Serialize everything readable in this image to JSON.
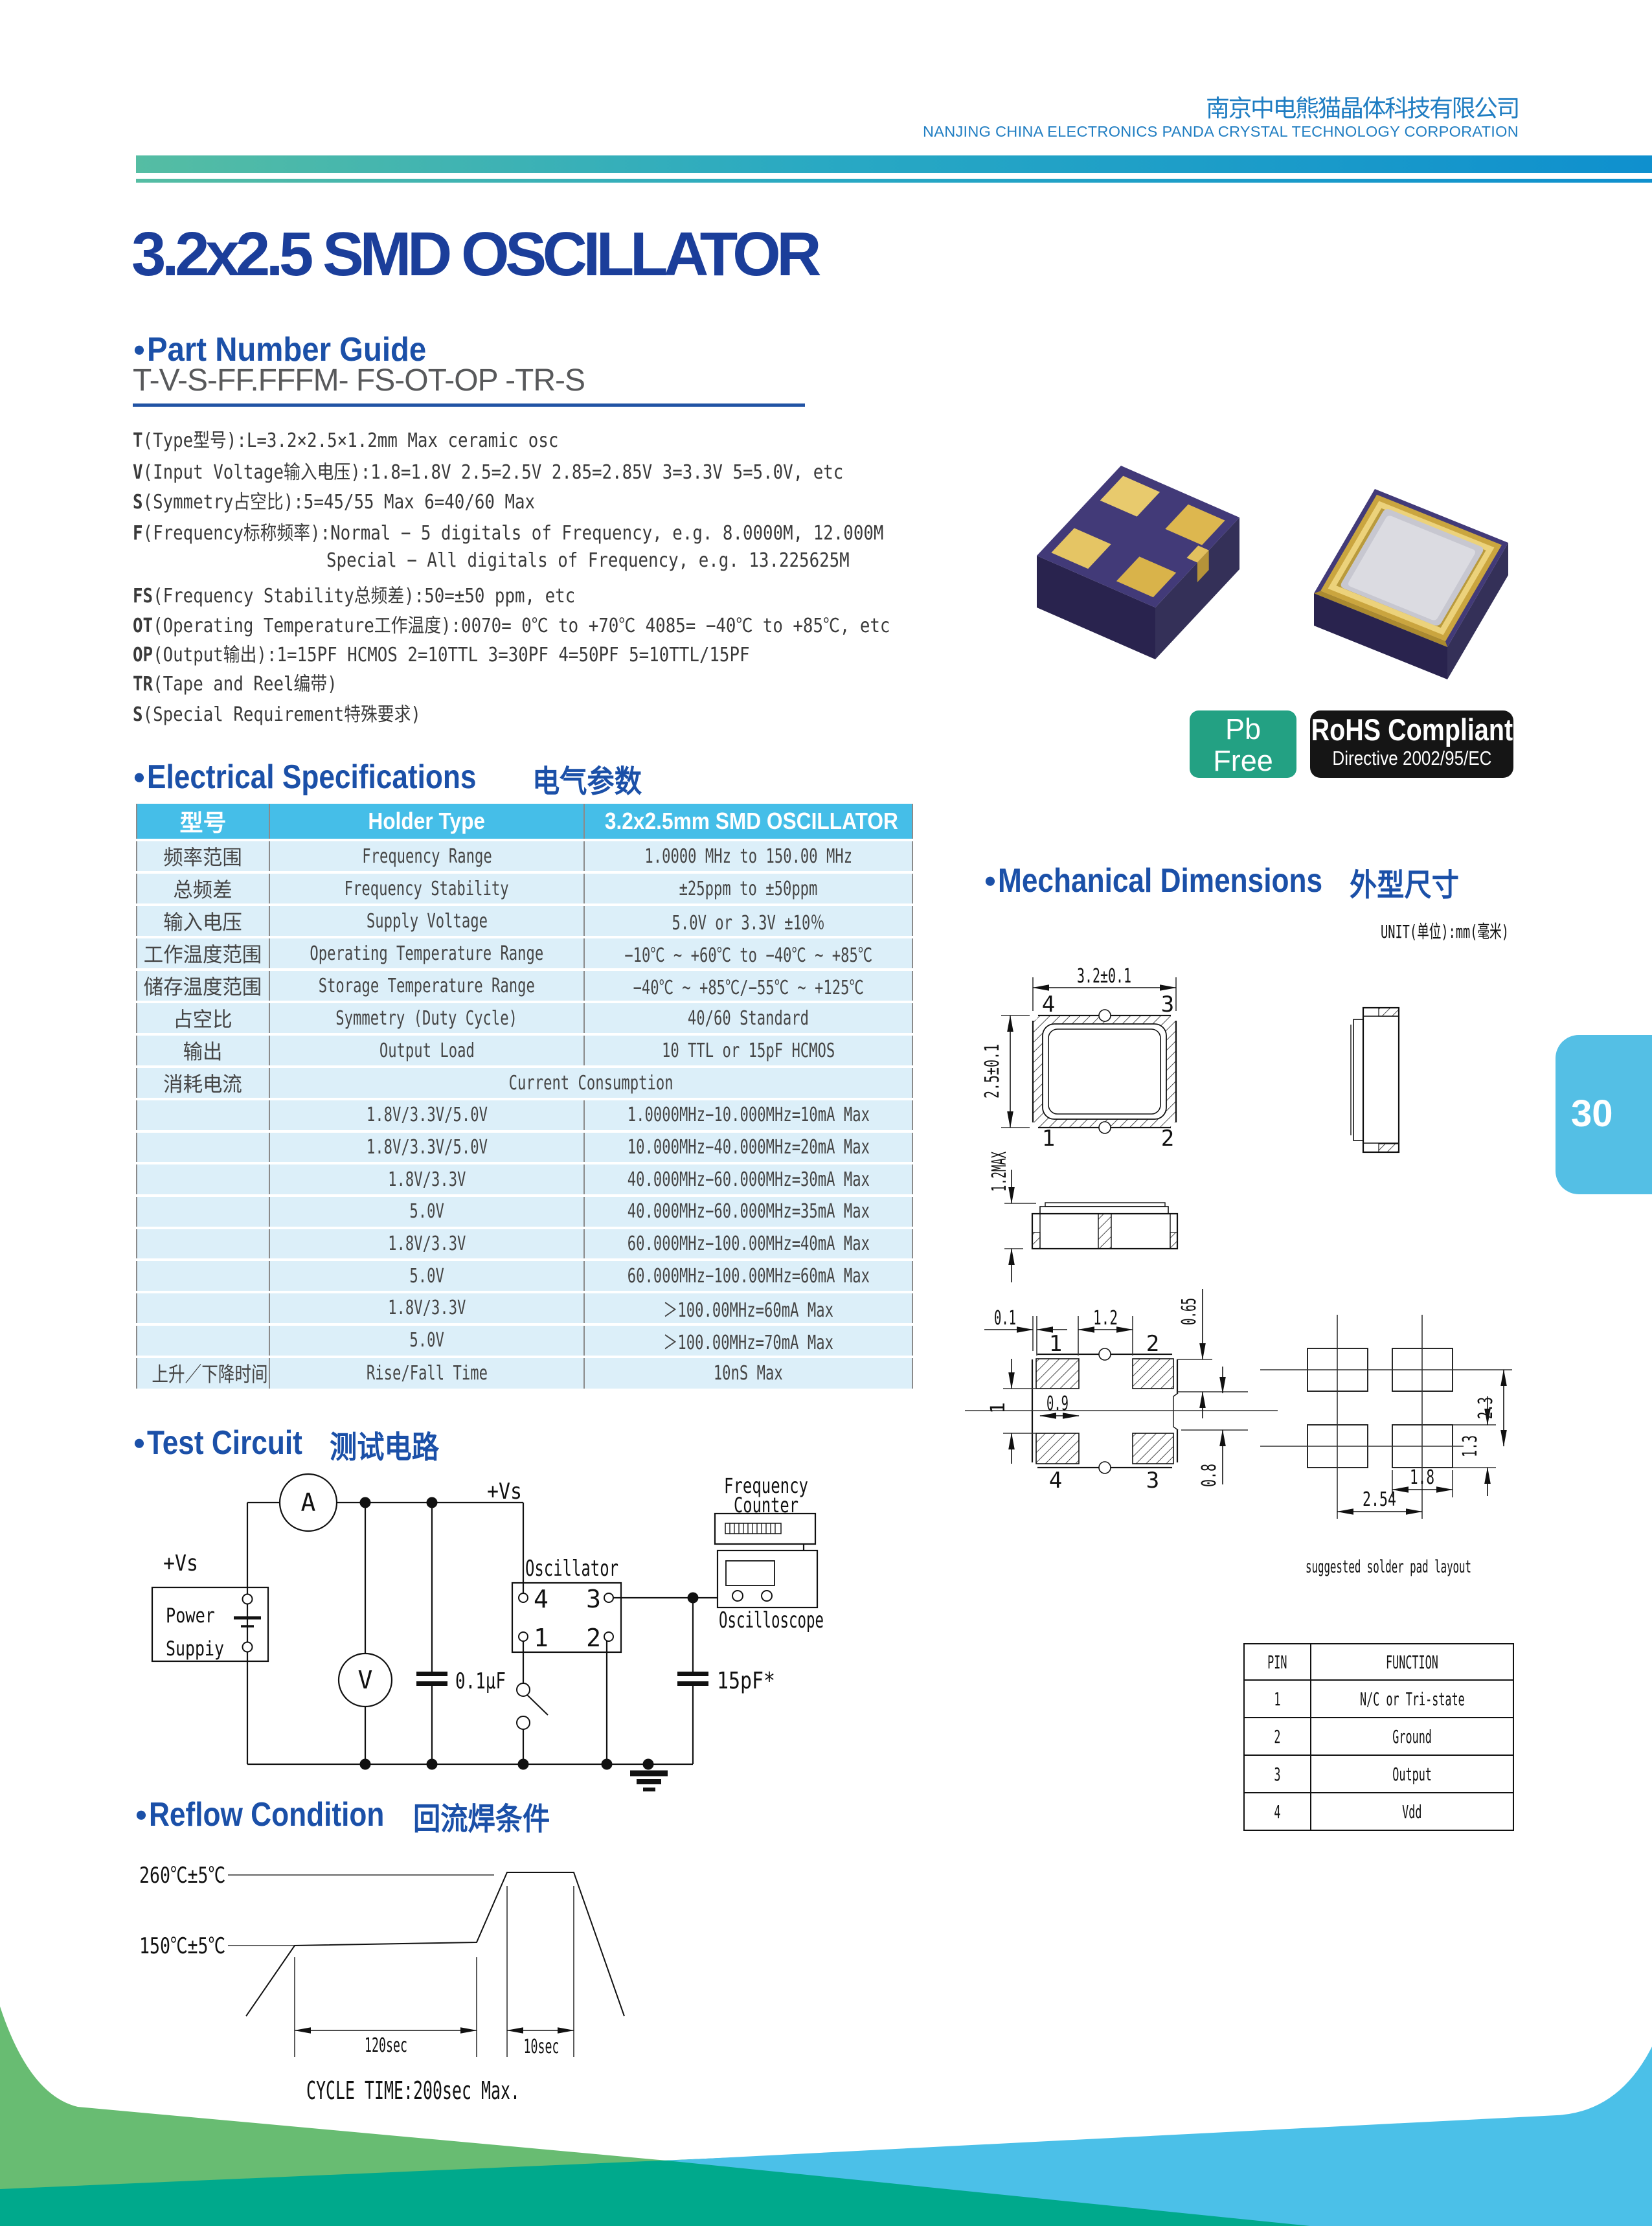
{
  "header": {
    "company_zh": "南京中电熊猫晶体科技有限公司",
    "company_en": "NANJING CHINA ELECTRONICS PANDA CRYSTAL TECHNOLOGY CORPORATION"
  },
  "title": "3.2x2.5 SMD OSCILLATOR",
  "part_number_guide": {
    "heading": "Part Number Guide",
    "code": "T-V-S-FF.FFFM- FS-OT-OP -TR-S",
    "lines": [
      {
        "key": "T",
        "text": "(Type型号):L=3.2×2.5×1.2mm Max ceramic osc"
      },
      {
        "key": "V",
        "text": "(Input Voltage输入电压):1.8=1.8V 2.5=2.5V 2.85=2.85V 3=3.3V 5=5.0V, etc"
      },
      {
        "key": "S",
        "text": "(Symmetry占空比):5=45/55 Max 6=40/60 Max"
      },
      {
        "key": "F",
        "text": "(Frequency标称频率):Normal − 5 digitals of Frequency, e.g. 8.0000M, 12.000M"
      },
      {
        "key": "",
        "text": "Special − All digitals of Frequency, e.g. 13.225625M"
      },
      {
        "key": "FS",
        "text": "(Frequency Stability总频差):50=±50 ppm, etc"
      },
      {
        "key": "OT",
        "text": "(Operating Temperature工作温度):0070= 0℃ to +70℃ 4085= −40℃ to +85℃, etc"
      },
      {
        "key": "OP",
        "text": "(Output输出):1=15PF HCMOS 2=10TTL 3=30PF 4=50PF 5=10TTL/15PF"
      },
      {
        "key": "TR",
        "text": "(Tape and Reel编带)"
      },
      {
        "key": "S",
        "text": "(Special Requirement特殊要求)"
      }
    ]
  },
  "electrical": {
    "heading_en": "Electrical Specifications",
    "heading_zh": "电气参数",
    "table": {
      "headers": [
        "型号",
        "Holder Type",
        "3.2x2.5mm SMD OSCILLATOR"
      ],
      "rows": [
        {
          "c1": "频率范围",
          "c2": "Frequency Range",
          "c3": "1.0000 MHz to 150.00 MHz"
        },
        {
          "c1": "总频差",
          "c2": "Frequency Stability",
          "c3": "±25ppm to ±50ppm"
        },
        {
          "c1": "输入电压",
          "c2": "Supply Voltage",
          "c3": "5.0V or 3.3V ±10％"
        },
        {
          "c1": "工作温度范围",
          "c2": "Operating Temperature Range",
          "c3": "−10℃ ~ +60℃ to −40℃ ~ +85℃"
        },
        {
          "c1": "储存温度范围",
          "c2": "Storage Temperature Range",
          "c3": "−40℃ ~ +85℃/−55℃ ~ +125℃"
        },
        {
          "c1": "占空比",
          "c2": "Symmetry (Duty Cycle)",
          "c3": "40/60 Standard"
        },
        {
          "c1": "输出",
          "c2": "Output Load",
          "c3": "10 TTL or 15pF HCMOS"
        },
        {
          "c1": "消耗电流",
          "c2": "Current Consumption",
          "c3": "",
          "span": true
        },
        {
          "c1": "",
          "c2": "1.8V/3.3V/5.0V",
          "c3": "1.0000MHz−10.000MHz=10mA Max"
        },
        {
          "c1": "",
          "c2": "1.8V/3.3V/5.0V",
          "c3": "10.000MHz−40.000MHz=20mA Max"
        },
        {
          "c1": "",
          "c2": "1.8V/3.3V",
          "c3": "40.000MHz−60.000MHz=30mA Max"
        },
        {
          "c1": "",
          "c2": "5.0V",
          "c3": "40.000MHz−60.000MHz=35mA Max"
        },
        {
          "c1": "",
          "c2": "1.8V/3.3V",
          "c3": "60.000MHz−100.00MHz=40mA Max"
        },
        {
          "c1": "",
          "c2": "5.0V",
          "c3": "60.000MHz−100.00MHz=60mA Max"
        },
        {
          "c1": "",
          "c2": "1.8V/3.3V",
          "c3": "＞100.00MHz=60mA Max"
        },
        {
          "c1": "",
          "c2": "5.0V",
          "c3": "＞100.00MHz=70mA Max"
        },
        {
          "c1": "上升／下降时间",
          "c2": "Rise/Fall Time",
          "c3": "10nS Max"
        }
      ]
    }
  },
  "test_circuit": {
    "heading_en": "Test Circuit",
    "heading_zh": "测试电路",
    "vs_left": "+Vs",
    "vs_right": "+Vs",
    "ammeter": "A",
    "voltmeter": "V",
    "power_1": "Power",
    "power_2": "Suppiy",
    "oscillator": "Oscillator",
    "pin4": "4",
    "pin3": "3",
    "pin1": "1",
    "pin2": "2",
    "cap1": "0.1μF",
    "cap2": "15pF*",
    "freq_counter_1": "Frequency",
    "freq_counter_2": "Counter",
    "oscilloscope": "Oscilloscope"
  },
  "reflow": {
    "heading_en": "Reflow Condition",
    "heading_zh": "回流焊条件",
    "temp_260": "260℃±5℃",
    "temp_150": "150℃±5℃",
    "t_120": "120sec",
    "t_10": "10sec",
    "cycle": "CYCLE TIME:200sec Max."
  },
  "badges": {
    "pb_1": "Pb",
    "pb_2": "Free",
    "rohs_1": "RoHS Compliant",
    "rohs_2": "Directive 2002/95/EC"
  },
  "mechanical": {
    "heading_en": "Mechanical Dimensions",
    "heading_zh": "外型尺寸",
    "unit": "UNIT(单位):mm(毫米)",
    "top_view": {
      "dim_w": "3.2±0.1",
      "dim_h": "2.5±0.1",
      "pin_tl": "4",
      "pin_tr": "3",
      "pin_bl": "1",
      "pin_br": "2"
    },
    "front_view": {
      "dim_h": "1.2MAX"
    },
    "bottom_view": {
      "dim_01": "0.1",
      "dim_12": "1.2",
      "dim_065": "0.65",
      "dim_1": "1",
      "dim_09": "0.9",
      "dim_08": "0.8",
      "pin_tl": "1",
      "pin_tr": "2",
      "pin_bl": "4",
      "pin_br": "3"
    },
    "pad_layout": {
      "dim_23": "2.3",
      "dim_13": "1.3",
      "dim_18": "1.8",
      "dim_254": "2.54",
      "caption": "suggested solder pad layout"
    }
  },
  "pin_function_table": {
    "headers": [
      "PIN",
      "FUNCTION"
    ],
    "rows": [
      {
        "pin": "1",
        "function": "N/C or Tri-state"
      },
      {
        "pin": "2",
        "function": "Ground"
      },
      {
        "pin": "3",
        "function": "Output"
      },
      {
        "pin": "4",
        "function": "Vdd"
      }
    ]
  },
  "page_number": "30",
  "icons": {
    "bullet": "●"
  },
  "colors": {
    "header_blue": "#1f7dc2",
    "title_navy": "#1b3e9a",
    "heading_blue": "#1b50a8",
    "rule_blue": "#2153a4",
    "code_gray": "#58595b",
    "body_text": "#3a3a3a",
    "table_header_bg": "#45bee8",
    "table_cell_bg": "#dceff9",
    "table_border": "#8a8a8a",
    "badge_green": "#23a183",
    "badge_black": "#151515",
    "page_tab_cyan": "#54bfe5",
    "footer_light_green": "#68bc72",
    "footer_teal": "#00a98c",
    "footer_sky_blue": "#4bc0e8",
    "bar_gradient_left": "#55bda3",
    "bar_gradient_right": "#0f90ce"
  }
}
